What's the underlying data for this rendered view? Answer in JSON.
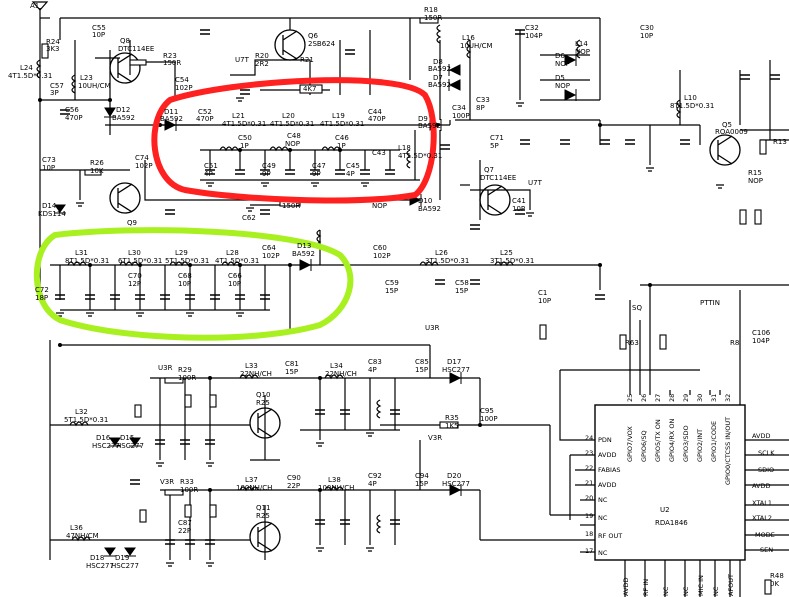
{
  "labels": {
    "antenna": "A1",
    "r24": "R24",
    "r24_val": "3K3",
    "c55": "C55",
    "c55_val": "10P",
    "q8": "Q8",
    "q8_type": "DTC114EE",
    "r23": "R23",
    "r23_val": "150R",
    "c54": "C54",
    "c54_val": "102P",
    "l24": "L24",
    "l24_val": "4T1.5D*0.31",
    "l23": "L23",
    "l23_val": "10UH/CM",
    "c57": "C57",
    "c57_val": "3P",
    "c56": "C56",
    "c56_val": "470P",
    "d12": "D12",
    "d12_type": "BA592",
    "u7t_a": "U7T",
    "r20": "R20",
    "r20_val": "2R2",
    "r21": "R21",
    "r21_val": "4K7",
    "q6": "Q6",
    "q6_type": "2SB624",
    "r18": "R18",
    "r18_val": "150R",
    "l16": "L16",
    "l16_val": "10UH/CM",
    "c32": "C32",
    "c32_val": "104P",
    "d6": "D6",
    "d6_type": "NOP",
    "d5": "D5",
    "d5_type": "NOP",
    "l14": "L14",
    "l14_val": "NOP",
    "d8": "D8",
    "d8_type": "BA592",
    "d7": "D7",
    "d7_type": "BA592",
    "c33": "C33",
    "c33_val": "8P",
    "c34": "C34",
    "c34_val": "100P",
    "c30": "C30",
    "c30_val": "10P",
    "l10": "L10",
    "l10_val": "8T1.5D*0.31",
    "q5": "Q5",
    "q5_type": "ROA0009",
    "r13": "R13",
    "r15": "R15",
    "r15_val": "NOP",
    "d11": "D11",
    "d11_type": "BA592",
    "c52": "C52",
    "c52_val": "470P",
    "l21": "L21",
    "l21_val": "4T1.5D*0.31",
    "l20": "L20",
    "l20_val": "4T1.5D*0.31",
    "l19": "L19",
    "l19_val": "4T1.5D*0.31",
    "c44": "C44",
    "c44_val": "470P",
    "d9": "D9",
    "d9_type": "BA592",
    "c50": "C50",
    "c50_val": "1P",
    "c48": "C48",
    "c48_val": "NOP",
    "c46": "C46",
    "c46_val": "1P",
    "c43": "C43",
    "l18": "L18",
    "l18_val": "4T1.5D*0.31",
    "c51": "C51",
    "c51_val": "4P",
    "c49": "C49",
    "c49_val": "9P",
    "c47": "C47",
    "c47_val": "9P",
    "c45": "C45",
    "c45_val": "4P",
    "c71": "C71",
    "c71_val": "5P",
    "q7": "Q7",
    "q7_type": "DTC114EE",
    "u7t_b": "U7T",
    "c41": "C41",
    "c41_val": "10P",
    "c73": "C73",
    "c73_val": "10P",
    "r26": "R26",
    "r26_val": "10K",
    "c74": "C74",
    "c74_val": "102P",
    "d14": "D14",
    "d14_type": "KDS114",
    "q9": "Q9",
    "c62": "C62",
    "r_150": "150R",
    "d10": "D10",
    "d10_type": "BA592",
    "nop_a": "NOP",
    "l31": "L31",
    "l31_val": "8T1.5D*0.31",
    "l30": "L30",
    "l30_val": "6T1.5D*0.31",
    "l29": "L29",
    "l29_val": "5T1.5D*0.31",
    "l28": "L28",
    "l28_val": "4T1.5D*0.31",
    "c64": "C64",
    "c64_val": "102P",
    "d13": "D13",
    "d13_type": "BA592",
    "c60": "C60",
    "c60_val": "102P",
    "l26": "L26",
    "l26_val": "3T1.5D*0.31",
    "l25": "L25",
    "l25_val": "3T1.5D*0.31",
    "c70": "C70",
    "c70_val": "12P",
    "c68": "C68",
    "c68_val": "10P",
    "c66": "C66",
    "c66_val": "10P",
    "c72": "C72",
    "c72_val": "18P",
    "c59": "C59",
    "c59_val": "15P",
    "c58": "C58",
    "c58_val": "15P",
    "c1": "C1",
    "c1_val": "10P",
    "c106": "C106",
    "c106_val": "104P",
    "u3r_a": "U3R",
    "r29": "R29",
    "r29_val": "100R",
    "l33": "L33",
    "l33_val": "22NH/CH",
    "c81": "C81",
    "c81_val": "15P",
    "l34": "L34",
    "l34_val": "22NH/CH",
    "c83": "C83",
    "c83_val": "4P",
    "c85": "C85",
    "c85_val": "15P",
    "d17": "D17",
    "d17_type": "HSC277",
    "u3r_b": "U3R",
    "q10": "Q10",
    "q10_type": "R25",
    "l32": "L32",
    "l32_val": "5T1.5D*0.31",
    "r35": "R35",
    "r35_val": "1K5",
    "c95": "C95",
    "c95_val": "100P",
    "v3r_a": "V3R",
    "d16": "D16",
    "d16_type": "HSC277",
    "d15": "D15",
    "d15_type": "HSC277",
    "v3r_b": "V3R",
    "r33": "R33",
    "r33_val": "100R",
    "l37": "L37",
    "l37_val": "100NH/CH",
    "c90": "C90",
    "c90_val": "22P",
    "l38": "L38",
    "l38_val": "100NH/CH",
    "c92": "C92",
    "c92_val": "4P",
    "c94": "C94",
    "c94_val": "15P",
    "d20": "D20",
    "d20_type": "HSC277",
    "q11": "Q11",
    "q11_type": "R25",
    "c87": "C87",
    "c87_val": "22P",
    "l36": "L36",
    "l36_val": "47NH/CM",
    "d18": "D18",
    "d18_type": "HSC277",
    "d19": "D19",
    "d19_type": "HSC277",
    "u2": "U2",
    "ic_name": "RDA1846",
    "sq": "SQ",
    "pttin": "PTTIN",
    "r8": "R8",
    "r63": "R63",
    "r48": "R48",
    "r48_val": "0K"
  },
  "pins": {
    "left": [
      "PDN",
      "AVDD",
      "FABIAS",
      "AVDD",
      "NC",
      "NC",
      "RF OUT",
      "NC"
    ],
    "left_nums": [
      "24",
      "23",
      "22",
      "21",
      "20",
      "19",
      "18",
      "17"
    ],
    "top": [
      "GPIO7/VOX",
      "GPIO6/SQ",
      "GPIO5/TX ON",
      "GPIO4/RX ON",
      "GPIO3/SDO",
      "GPIO2/INT",
      "GPIO1/CODE",
      "GPIO0/CTCSS IN/OUT"
    ],
    "top_nums": [
      "25",
      "26",
      "27",
      "28",
      "29",
      "30",
      "31",
      "32"
    ],
    "right": [
      "AVDD",
      "SCLK",
      "SDIO",
      "AVDD",
      "XTAL1",
      "XTAL2",
      "MODE",
      "SEN"
    ],
    "bottom": [
      "AVDD",
      "RF IN",
      "NC",
      "NC",
      "MIC IN",
      "NC",
      "AFOUT"
    ]
  },
  "highlight": {
    "red": "#ff2020",
    "green": "#a8f020"
  }
}
